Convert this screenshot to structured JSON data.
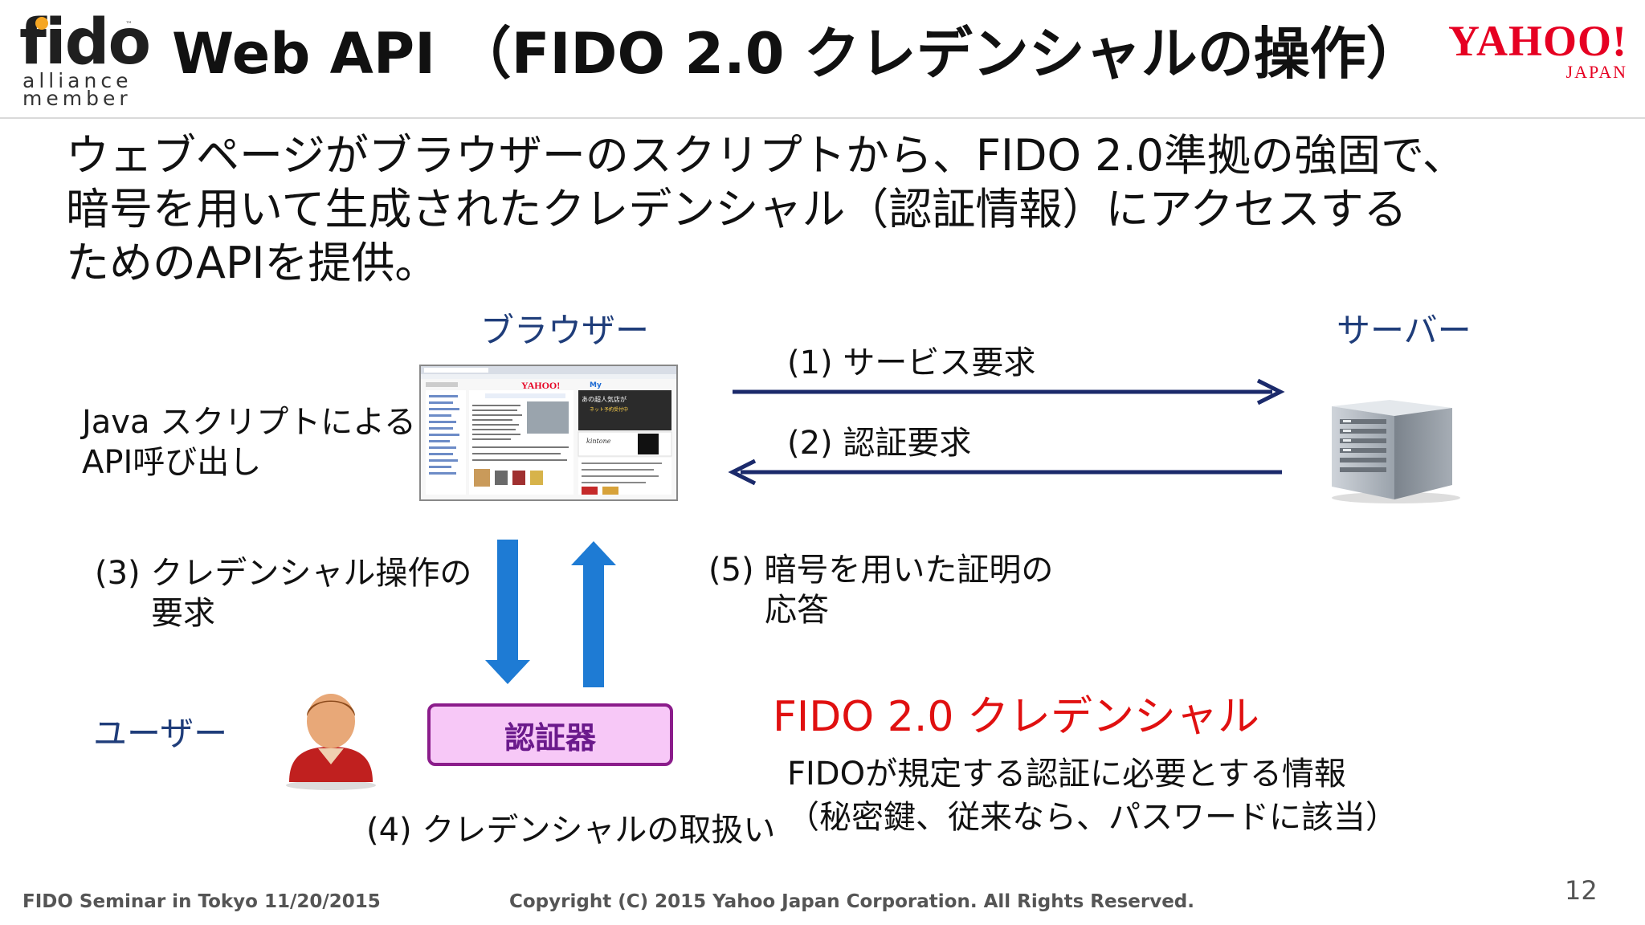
{
  "header": {
    "fido_logo": {
      "wordmark": "fido",
      "tm": "™",
      "line1": "alliance",
      "line2": "member"
    },
    "title": "Web API （FIDO 2.0 クレデンシャルの操作）",
    "yahoo_logo": {
      "main": "YAHOO!",
      "sub": "JAPAN"
    }
  },
  "intro": {
    "line1": "ウェブページがブラウザーのスクリプトから、FIDO 2.0準拠の強固で、",
    "line2": "暗号を用いて生成されたクレデンシャル（認証情報）にアクセスする",
    "line3": "ためのAPIを提供。"
  },
  "diagram": {
    "browser_label": "ブラウザー",
    "server_label": "サーバー",
    "user_label": "ユーザー",
    "js_line1": "Java スクリプトによる",
    "js_line2": "API呼び出し",
    "step1": "(1) サービス要求",
    "step2": "(2) 認証要求",
    "step3_line1": "(3) クレデンシャル操作の",
    "step3_line2": "要求",
    "step4": "(4) クレデンシャルの取扱い",
    "step5_line1": "(5) 暗号を用いた証明の",
    "step5_line2": "応答",
    "authenticator": "認証器",
    "browser_screenshot": {
      "yahoo_mini": "YAHOO!",
      "my_mini": "My",
      "ad_text1": "あの超人気店が",
      "ad_text2": "ネット予約受付中",
      "ad_brand": "kintone"
    },
    "colors": {
      "arrow_dark": "#1b2a6b",
      "arrow_blue": "#1e7bd4",
      "auth_border": "#8b1c8b",
      "auth_fill": "#f7c8f7",
      "label_blue": "#1f3d7a",
      "red": "#e01010"
    },
    "icons": [
      "server-icon",
      "user-icon",
      "browser-screenshot"
    ]
  },
  "fido_credential": {
    "title": "FIDO 2.0 クレデンシャル",
    "desc_line1": "FIDOが規定する認証に必要とする情報",
    "desc_line2": "（秘密鍵、従来なら、パスワードに該当）"
  },
  "footer": {
    "left": "FIDO Seminar in Tokyo 11/20/2015",
    "center": "Copyright (C) 2015 Yahoo Japan Corporation. All Rights Reserved.",
    "page": "12"
  }
}
